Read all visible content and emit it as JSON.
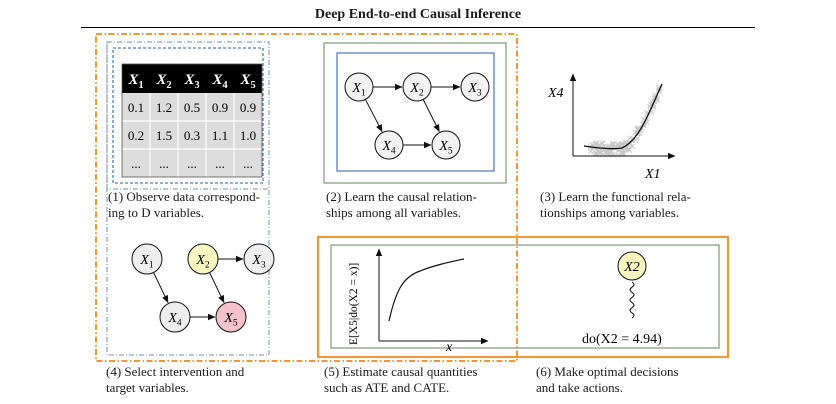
{
  "title": "Deep End-to-end Causal Inference",
  "table": {
    "headers": [
      "X1",
      "X2",
      "X3",
      "X4",
      "X5"
    ],
    "rows": [
      [
        "0.1",
        "1.2",
        "0.5",
        "0.9",
        "0.9"
      ],
      [
        "0.2",
        "1.5",
        "0.3",
        "1.1",
        "1.0"
      ],
      [
        "...",
        "...",
        "...",
        "...",
        "..."
      ]
    ]
  },
  "graph_main": {
    "nodes": [
      {
        "id": "X1",
        "label": "X1",
        "fill": "#f2f2f2"
      },
      {
        "id": "X2",
        "label": "X2",
        "fill": "#f2f2f2"
      },
      {
        "id": "X3",
        "label": "X3",
        "fill": "#f2f2f2"
      },
      {
        "id": "X4",
        "label": "X4",
        "fill": "#f2f2f2"
      },
      {
        "id": "X5",
        "label": "X5",
        "fill": "#f2f2f2"
      }
    ],
    "edges": [
      [
        "X1",
        "X2"
      ],
      [
        "X2",
        "X3"
      ],
      [
        "X1",
        "X4"
      ],
      [
        "X4",
        "X5"
      ],
      [
        "X2",
        "X5"
      ]
    ]
  },
  "graph_select": {
    "nodes": [
      {
        "id": "X1",
        "label": "X1",
        "fill": "#eeeeee"
      },
      {
        "id": "X2",
        "label": "X2",
        "fill": "#f7f6c0"
      },
      {
        "id": "X3",
        "label": "X3",
        "fill": "#eeeeee"
      },
      {
        "id": "X4",
        "label": "X4",
        "fill": "#eeeeee"
      },
      {
        "id": "X5",
        "label": "X5",
        "fill": "#f3c2ca"
      }
    ],
    "edges": [
      [
        "X1",
        "X4"
      ],
      [
        "X2",
        "X3"
      ],
      [
        "X4",
        "X5"
      ],
      [
        "X2",
        "X5"
      ]
    ]
  },
  "functional_plot": {
    "y_label": "X4",
    "x_label": "X1"
  },
  "effect_plot": {
    "y_label": "E[X5|do(X2 = x)]",
    "x_label": "x"
  },
  "intervention": {
    "node_label": "X2",
    "node_fill": "#f7f6c0",
    "do_label": "do(X2 = 4.94)"
  },
  "captions": {
    "c1": {
      "num": "(1)",
      "line1": "Observe data correspond-",
      "line2": "ing to D variables."
    },
    "c2": {
      "num": "(2)",
      "line1": "Learn the causal relation-",
      "line2": "ships among all variables."
    },
    "c3": {
      "num": "(3)",
      "line1": "Learn the functional rela-",
      "line2": "tionships among variables."
    },
    "c4": {
      "num": "(4)",
      "line1": "Select intervention and",
      "line2": "target variables."
    },
    "c5": {
      "num": "(5)",
      "line1": "Estimate causal quantities",
      "line2": "such as ATE and CATE."
    },
    "c6": {
      "num": "(6)",
      "line1": "Make optimal decisions",
      "line2": "and take actions."
    }
  },
  "colors": {
    "orange": "#ec9a3a",
    "blue_dash": "#5b87b8",
    "green": "#7d9a7a",
    "blue": "#4a74b4",
    "header_bg": "#000000",
    "cell_bg": "#dcdcdc",
    "scatter": "#c8c8c8"
  }
}
